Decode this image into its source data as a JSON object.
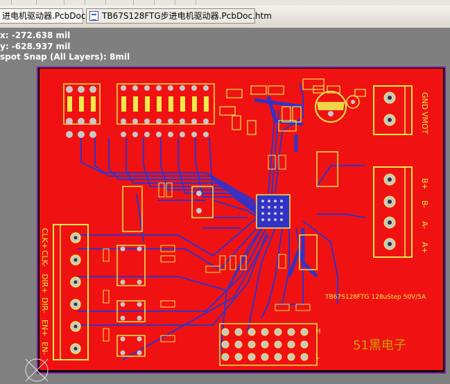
{
  "tabs": [
    {
      "label": "进电机驱动器.PcbDoc",
      "active": true
    },
    {
      "label": "TB67S128FTG步进电机驱动器.PcbDoc.htm",
      "active": false
    }
  ],
  "info": {
    "x": "x: -272.638  mil",
    "y": "y: -628.937  mil",
    "snap": "spot Snap (All Layers): 8mil"
  },
  "board": {
    "connector_left_labels": [
      "CLK+",
      "CLK-",
      "DIR+",
      "DIR-",
      "EN+",
      "EN-"
    ],
    "connector_power_labels": [
      "GND",
      "VMOT"
    ],
    "connector_motor_labels": [
      "B+",
      "B-",
      "A-",
      "A+"
    ],
    "title_line1": "TB67S128FTG 128uStep 50V/5A",
    "brand": "51黑电子",
    "header_labels": [
      "H",
      "L"
    ]
  },
  "colors": {
    "copper_top": "#f01212",
    "silkscreen": "#f2ea4c",
    "trace_bottom": "#3232c8",
    "pad": "#c8c8c8",
    "outline": "#7a1d9a"
  }
}
